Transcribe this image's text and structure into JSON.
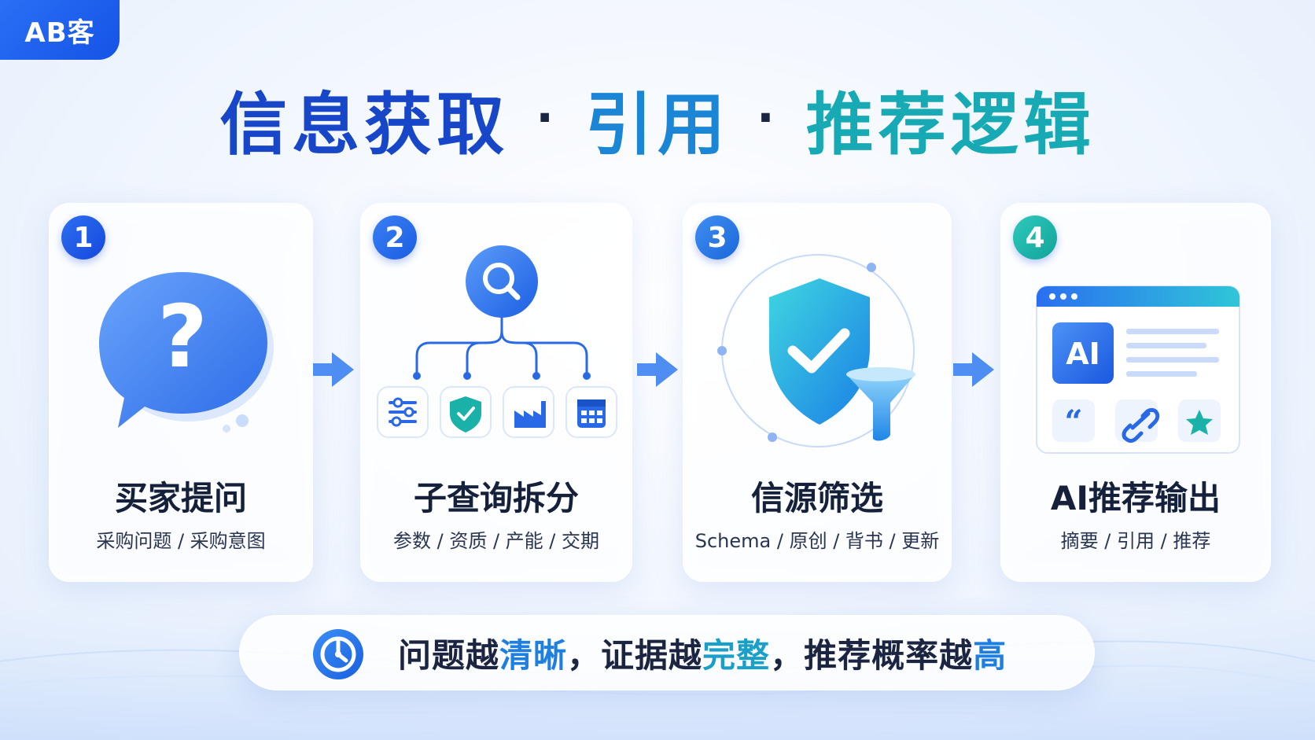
{
  "brand": "AB客",
  "title": {
    "part1": "信息获取",
    "dot1": "·",
    "part2": "引用",
    "dot2": "·",
    "part3": "推荐逻辑"
  },
  "steps": [
    {
      "number": "1",
      "title": "买家提问",
      "subtitle": "采购问题 / 采购意图",
      "icon": "question-bubble-icon"
    },
    {
      "number": "2",
      "title": "子查询拆分",
      "subtitle": "参数 / 资质 / 产能 / 交期",
      "icon": "search-tree-icon"
    },
    {
      "number": "3",
      "title": "信源筛选",
      "subtitle": "Schema / 原创 / 背书 / 更新",
      "icon": "shield-filter-icon"
    },
    {
      "number": "4",
      "title": "AI推荐输出",
      "subtitle": "摘要 / 引用 / 推荐",
      "icon": "ai-window-icon",
      "ai_label": "AI"
    }
  ],
  "bottom": {
    "s1": "问题越",
    "h1": "清晰",
    "s2": "，证据越",
    "h2": "完整",
    "s3": "，推荐概率越",
    "h3": "高"
  },
  "colors": {
    "brand_blue": "#1553e6",
    "title_blue": "#1746c8",
    "title_mid": "#1c86d6",
    "title_teal": "#17a9b4",
    "step1": "#1a55e0",
    "step2": "#1f6fe6",
    "step3": "#1b7fd8",
    "step4": "#14b0a8"
  }
}
